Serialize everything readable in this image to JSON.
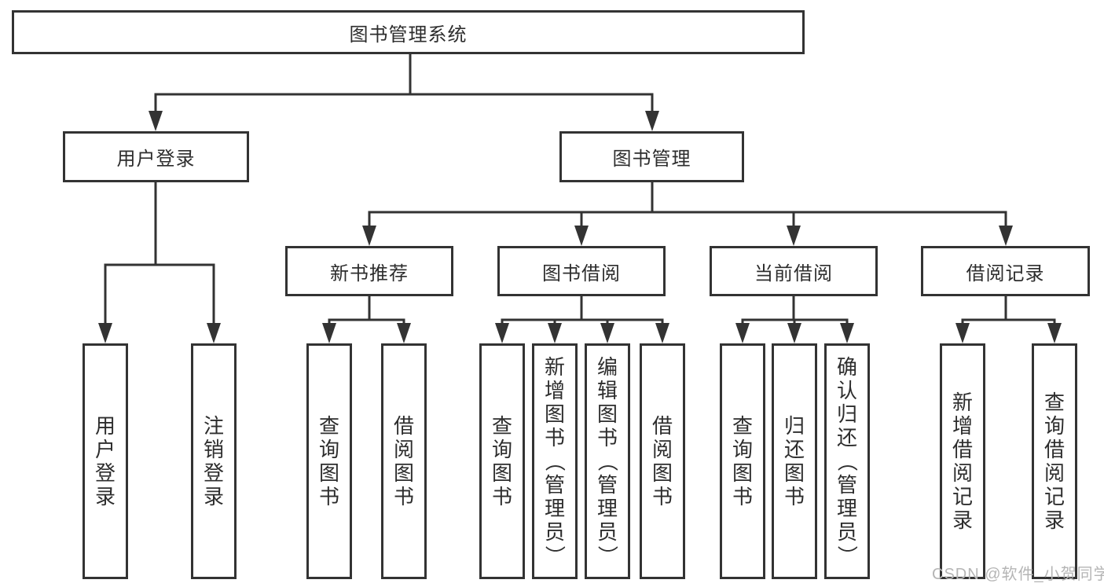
{
  "tree": {
    "label": "图书管理系统",
    "children": [
      {
        "label": "用户登录",
        "children": [
          {
            "label": "用户登录"
          },
          {
            "label": "注销登录"
          }
        ]
      },
      {
        "label": "图书管理",
        "children": [
          {
            "label": "新书推荐",
            "children": [
              {
                "label": "查询图书"
              },
              {
                "label": "借阅图书"
              }
            ]
          },
          {
            "label": "图书借阅",
            "children": [
              {
                "label": "查询图书"
              },
              {
                "label": "新增图书（管理员）"
              },
              {
                "label": "编辑图书（管理员）"
              },
              {
                "label": "借阅图书"
              }
            ]
          },
          {
            "label": "当前借阅",
            "children": [
              {
                "label": "查询图书"
              },
              {
                "label": "归还图书"
              },
              {
                "label": "确认归还（管理员）"
              }
            ]
          },
          {
            "label": "借阅记录",
            "children": [
              {
                "label": "新增借阅记录"
              },
              {
                "label": "查询借阅记录"
              }
            ]
          }
        ]
      }
    ]
  },
  "watermark": {
    "text": "CSDN @软件_小贺同学"
  },
  "colors": {
    "line": "#333333",
    "text": "#2d2d2d",
    "box_background": "#ffffff",
    "watermark": "#b5b5b5"
  }
}
